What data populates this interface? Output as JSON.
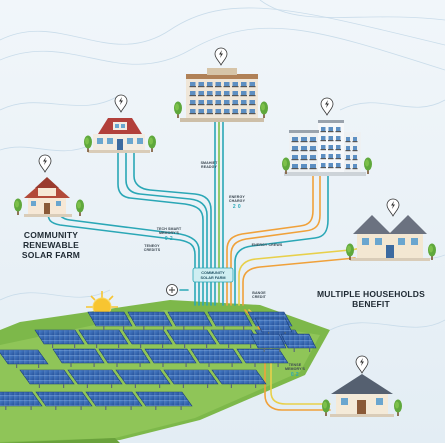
{
  "labels": {
    "left_title": "COMMUNITY\nRENEWABLE\nSOLAR FARM",
    "right_title": "MULTIPLE HOUSEHOLDS\nBENEFIT",
    "hub": "COMMUNITY\nSOLAR FARM"
  },
  "line_tags": [
    {
      "text": "SMAHIET\nREADGY",
      "value": ""
    },
    {
      "text": "ENERGY\nCHARGY",
      "value": "2 0"
    },
    {
      "text": "TECH SMART\nMEMORY'S",
      "value": "0 2"
    },
    {
      "text": "TENEGY\nCREDITS",
      "value": ""
    },
    {
      "text": "ENERGY CREWS",
      "value": ""
    },
    {
      "text": "BANGE\nCREDIT",
      "value": ""
    },
    {
      "text": "TENSE\nMEMORY'S",
      "value": "0 2"
    }
  ],
  "colors": {
    "sky": "#dbe9f3",
    "grass": "#8cc34b",
    "panel": "#2f5ea8",
    "line_teal": "#2aa7b6",
    "line_orange": "#f0a13a",
    "line_green": "#7cc04a",
    "line_yellow": "#e8d04a",
    "sun": "#f7c531"
  },
  "icons": [
    "lightning-pin-icon",
    "sun-icon",
    "plus-icon",
    "tree-icon"
  ]
}
